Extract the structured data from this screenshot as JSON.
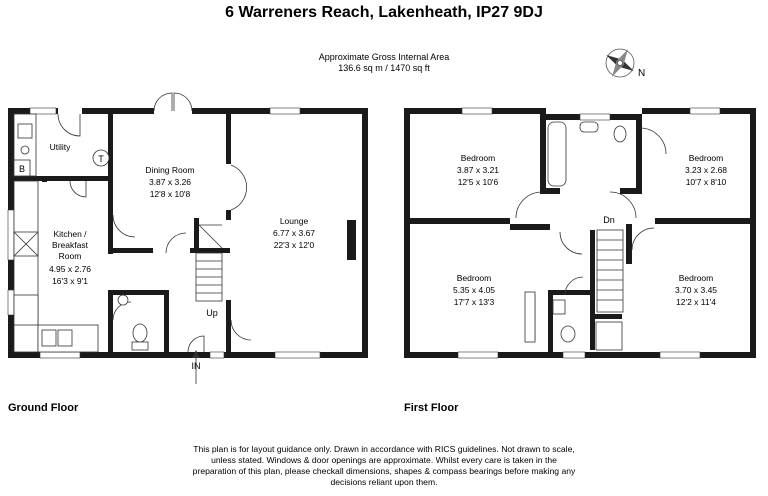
{
  "title": "6 Warreners Reach, Lakenheath, IP27 9DJ",
  "gross_area": {
    "label": "Approximate Gross Internal Area",
    "value": "136.6 sq m / 1470 sq ft"
  },
  "compass": {
    "label": "N"
  },
  "ground_floor": {
    "label": "Ground Floor",
    "entrance_label": "IN",
    "stairs_label": "Up",
    "rooms": [
      {
        "name": "Utility"
      },
      {
        "name": "Dining Room",
        "metric": "3.87 x 3.26",
        "imperial": "12'8 x 10'8"
      },
      {
        "name": "Lounge",
        "metric": "6.77 x 3.67",
        "imperial": "22'3 x 12'0"
      },
      {
        "name_line1": "Kitchen /",
        "name_line2": "Breakfast",
        "name_line3": "Room",
        "metric": "4.95 x 2.76",
        "imperial": "16'3 x 9'1"
      }
    ],
    "symbols": {
      "tank": "T",
      "boiler": "B"
    }
  },
  "first_floor": {
    "label": "First Floor",
    "stairs_label": "Dn",
    "rooms": [
      {
        "name": "Bedroom",
        "metric": "3.87 x 3.21",
        "imperial": "12'5 x 10'6"
      },
      {
        "name": "Bedroom",
        "metric": "3.23 x 2.68",
        "imperial": "10'7 x 8'10"
      },
      {
        "name": "Bedroom",
        "metric": "5.35 x 4.05",
        "imperial": "17'7 x 13'3"
      },
      {
        "name": "Bedroom",
        "metric": "3.70 x 3.45",
        "imperial": "12'2 x 11'4"
      }
    ]
  },
  "disclaimer": [
    "This plan is for layout guidance only. Drawn in accordance with RICS guidelines. Not drawn to scale,",
    "unless stated. Windows & door openings are approximate. Whilst every care is taken in the",
    "preparation of this plan, please checkall dimensions, shapes & compass bearings before making any",
    "decisions reliant upon them."
  ]
}
